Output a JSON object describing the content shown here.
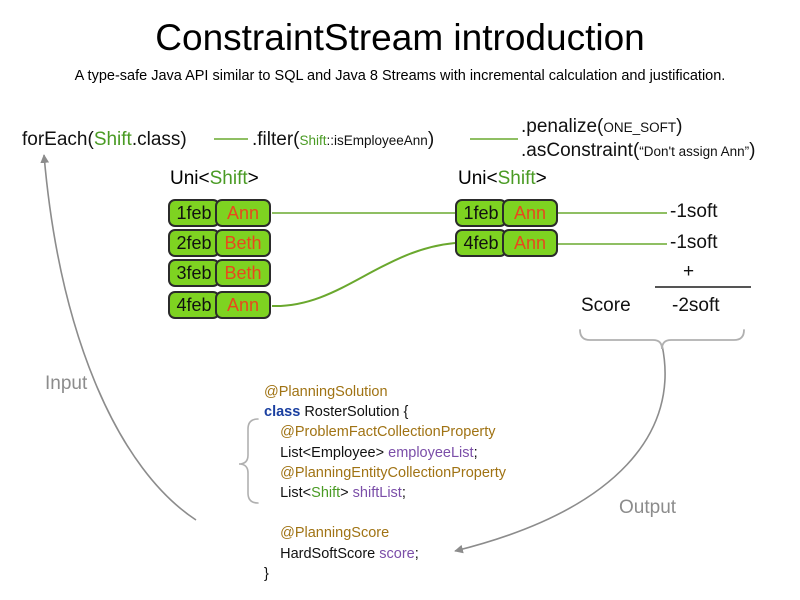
{
  "title": "ConstraintStream introduction",
  "subtitle": "A type-safe Java API similar to SQL and Java 8 Streams with incremental calculation and justification.",
  "pipeline": {
    "foreach": {
      "call": "forEach(",
      "type": "Shift",
      "tail": ".class)"
    },
    "filter": {
      "call": ".filter(",
      "ref_type": "Shift",
      "ref_rest": "::isEmployeeAnn",
      "tail": ")"
    },
    "penalize": {
      "call": ".penalize(",
      "arg": "ONE_SOFT",
      "tail": ")"
    },
    "as_constraint": {
      "call": ".asConstraint(",
      "arg": "“Don't assign Ann”",
      "tail": ")"
    }
  },
  "streams": {
    "left": {
      "label_prefix": "Uni<",
      "label_type": "Shift",
      "label_suffix": ">",
      "tuples": [
        {
          "date": "1feb",
          "employee": "Ann"
        },
        {
          "date": "2feb",
          "employee": "Beth"
        },
        {
          "date": "3feb",
          "employee": "Beth"
        },
        {
          "date": "4feb",
          "employee": "Ann"
        }
      ]
    },
    "right": {
      "label_prefix": "Uni<",
      "label_type": "Shift",
      "label_suffix": ">",
      "tuples": [
        {
          "date": "1feb",
          "employee": "Ann"
        },
        {
          "date": "4feb",
          "employee": "Ann"
        }
      ]
    }
  },
  "score": {
    "penalties": [
      "-1soft",
      "-1soft"
    ],
    "operator": "+",
    "label": "Score",
    "total": "-2soft"
  },
  "flow": {
    "input_label": "Input",
    "output_label": "Output"
  },
  "code": {
    "line_annotation_solution": "@PlanningSolution",
    "line_class_keyword": "class",
    "line_class_name": " RosterSolution {",
    "line_annotation_problem_fact": "    @ProblemFactCollectionProperty",
    "line_employee_list_type": "    List<Employee> ",
    "line_employee_list_var": "employeeList",
    "line_employee_list_end": ";",
    "line_annotation_planning_entity": "    @PlanningEntityCollectionProperty",
    "line_shift_list_pre": "    List<",
    "line_shift_list_type": "Shift",
    "line_shift_list_mid": "> ",
    "line_shift_list_var": "shiftList",
    "line_shift_list_end": ";",
    "line_annotation_planning_score": "    @PlanningScore",
    "line_score_type": "    HardSoftScore ",
    "line_score_var": "score",
    "line_score_end": ";",
    "line_close_brace": "}"
  },
  "colors": {
    "tuple_fill": "#7ed321",
    "tuple_border": "#2b2b2b",
    "employee_text": "#e8491d",
    "connector_green": "#8fbf63",
    "type_green": "#4a9b24",
    "annotation_gold": "#a07314",
    "keyword_blue": "#1a3fa0",
    "variable_purple": "#7b4ea8",
    "flow_gray": "#8c8c8c"
  }
}
